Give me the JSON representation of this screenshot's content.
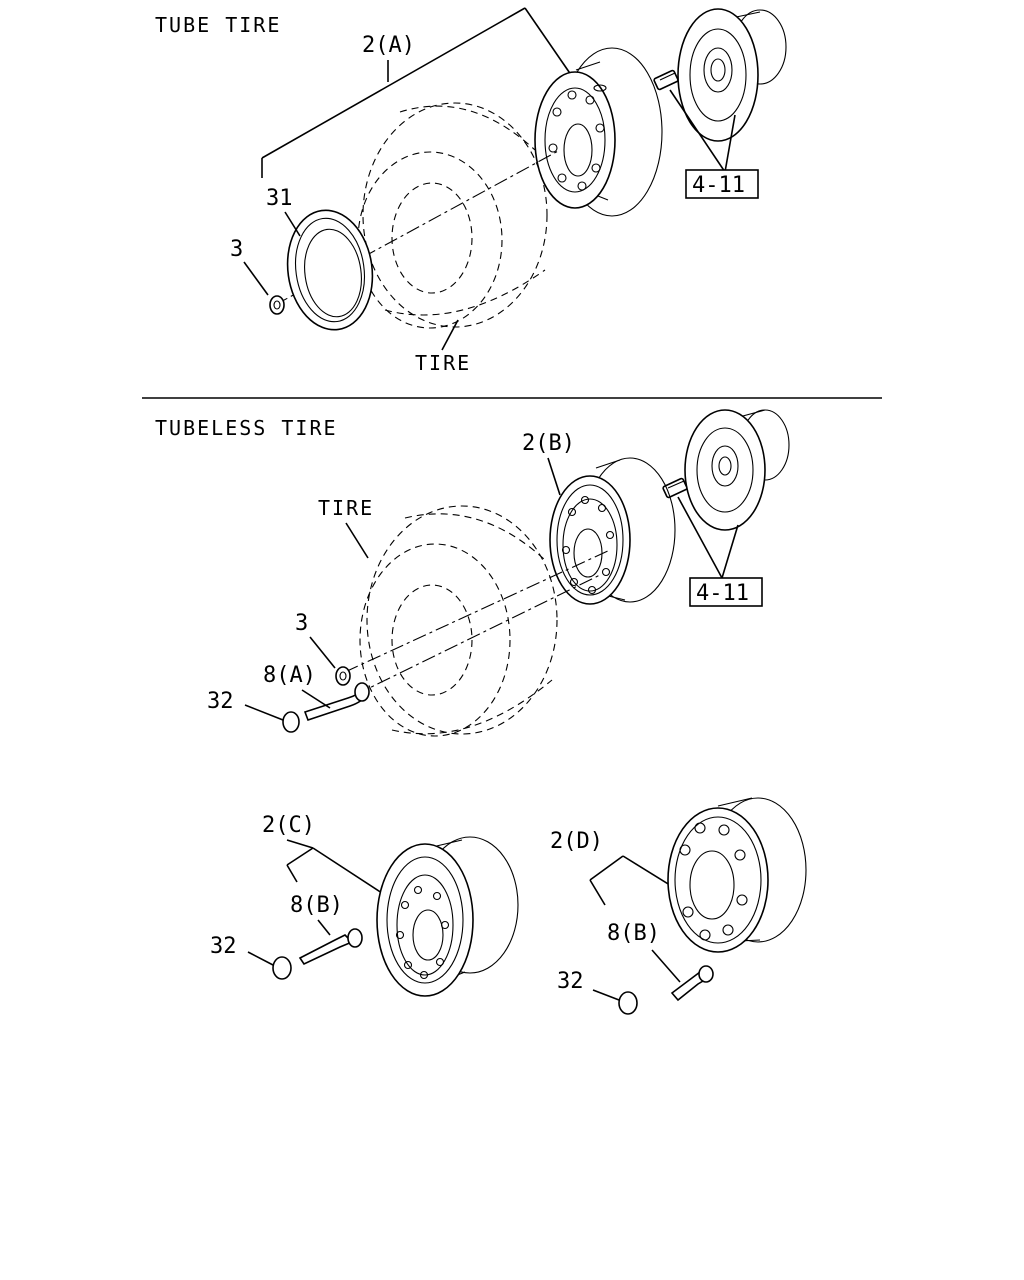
{
  "sections": {
    "tube": {
      "heading": "TUBE TIRE"
    },
    "tubeless": {
      "heading": "TUBELESS TIRE"
    }
  },
  "labels": {
    "tube_wheel": "2(A)",
    "tube_flap": "31",
    "tube_nut": "3",
    "tube_tire": "TIRE",
    "tube_ref": "4-11",
    "tl_wheel": "2(B)",
    "tl_tire": "TIRE",
    "tl_nut": "3",
    "tl_valve": "8(A)",
    "tl_cap": "32",
    "tl_ref": "4-11",
    "c_wheel": "2(C)",
    "c_valve": "8(B)",
    "c_cap": "32",
    "d_wheel": "2(D)",
    "d_valve": "8(B)",
    "d_cap": "32"
  }
}
